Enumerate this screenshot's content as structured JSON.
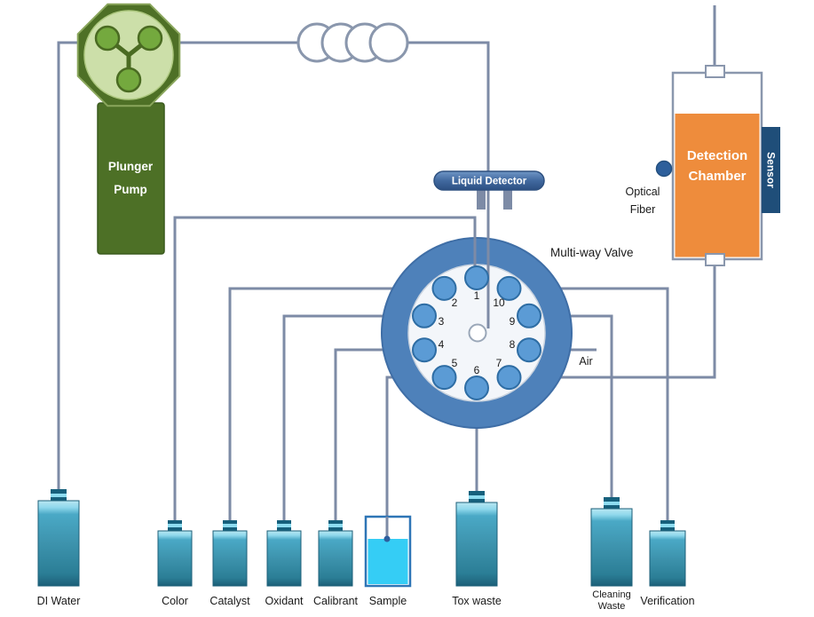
{
  "pump": {
    "line1": "Plunger",
    "line2": "Pump"
  },
  "liquid_detector": {
    "label": "Liquid Detector"
  },
  "valve": {
    "label": "Multi-way Valve",
    "ports": [
      "1",
      "2",
      "3",
      "4",
      "5",
      "6",
      "7",
      "8",
      "9",
      "10"
    ]
  },
  "air": {
    "label": "Air"
  },
  "detection_chamber": {
    "line1": "Detection",
    "line2": "Chamber"
  },
  "sensor": {
    "label": "Sensor"
  },
  "optical_fiber": {
    "line1": "Optical",
    "line2": "Fiber"
  },
  "bottles": {
    "di_water": "DI Water",
    "color": "Color",
    "catalyst": "Catalyst",
    "oxidant": "Oxidant",
    "calibrant": "Calibrant",
    "sample": "Sample",
    "tox_waste": "Tox waste",
    "cleaning_line1": "Cleaning",
    "cleaning_line2": "Waste",
    "verification": "Verification"
  },
  "colors": {
    "tubing_gray_blue": "#7d8ba6",
    "valve_ring_blue": "#4e81ba",
    "port_blue": "#5b9bd5",
    "pump_dark_green": "#4e7026",
    "pump_light_green": "#ccdfa9",
    "rotor_green": "#74a93e",
    "chamber_orange": "#ee8c3c",
    "sensor_navy": "#1f4e79",
    "detector_blue": "#41699f",
    "bottle_teal": "#3d93ad",
    "sample_liquid_cyan": "#35cdf5"
  }
}
